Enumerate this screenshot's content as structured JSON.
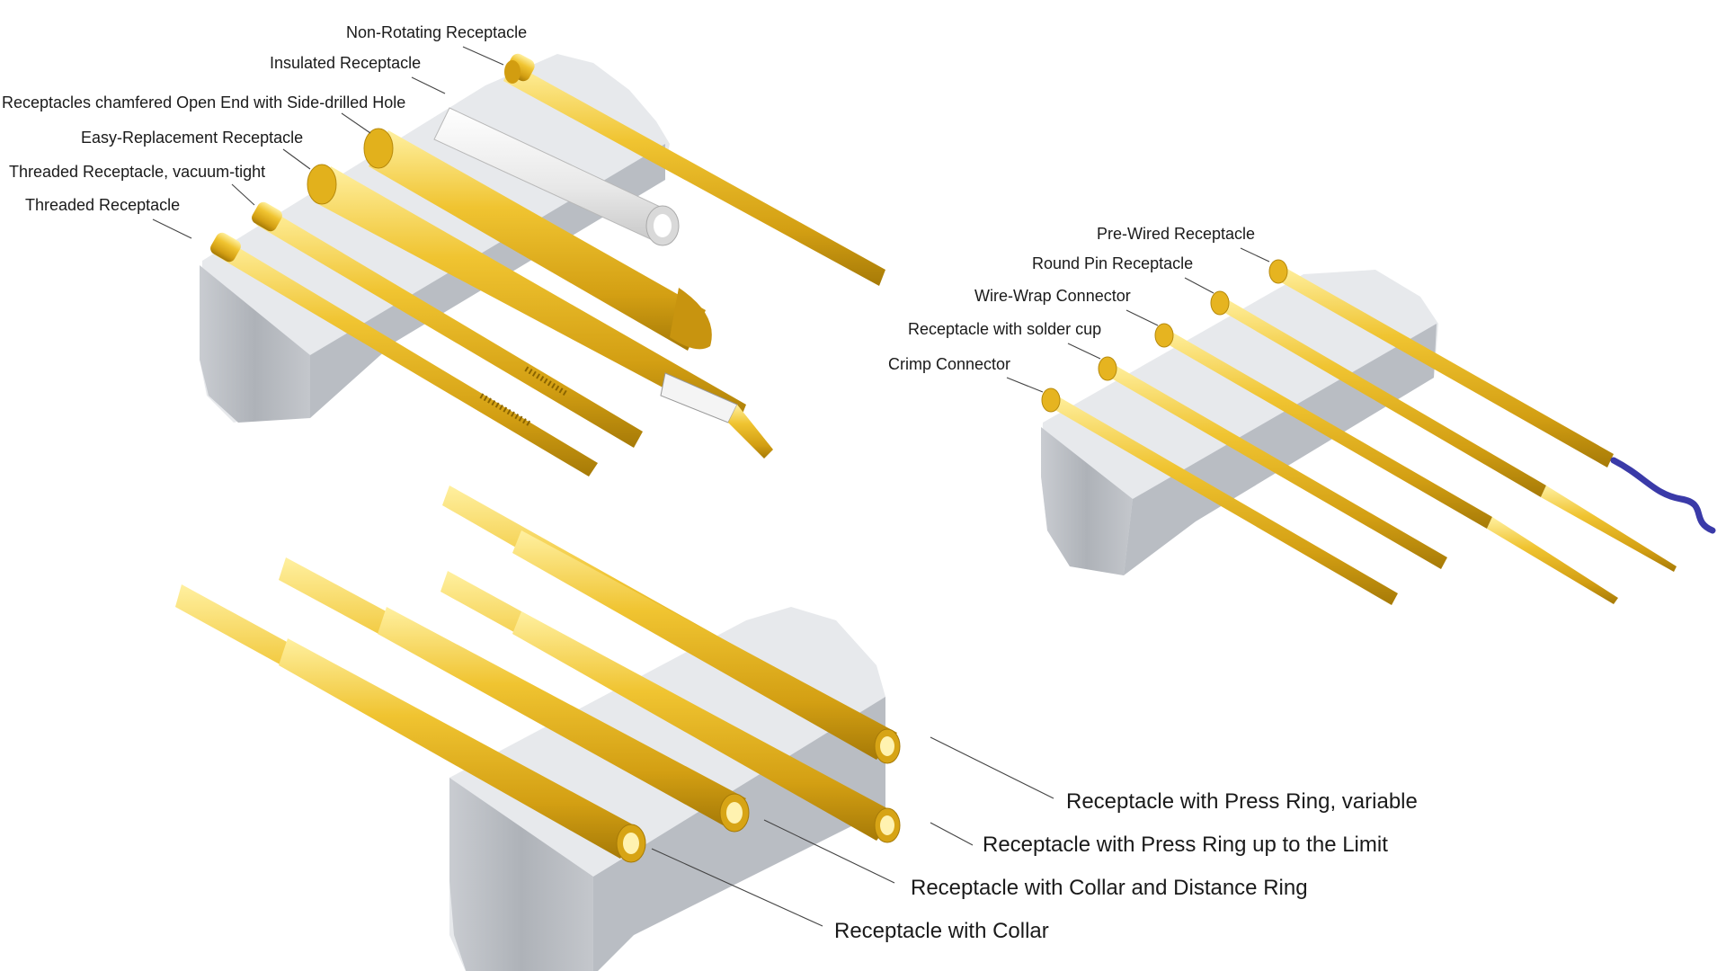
{
  "groups": {
    "top_left": {
      "labels": [
        "Non-Rotating Receptacle",
        "Insulated Receptacle",
        "Receptacles chamfered Open End with Side-drilled Hole",
        "Easy-Replacement Receptacle",
        "Threaded Receptacle, vacuum-tight",
        "Threaded Receptacle"
      ]
    },
    "right": {
      "labels": [
        "Pre-Wired Receptacle",
        "Round Pin Receptacle",
        "Wire-Wrap Connector",
        "Receptacle with solder cup",
        "Crimp Connector"
      ]
    },
    "bottom": {
      "labels": [
        "Receptacle with Press Ring, variable",
        "Receptacle with Press Ring up to the Limit",
        "Receptacle with Collar and Distance Ring",
        "Receptacle with Collar"
      ]
    }
  },
  "colors": {
    "gold": "#e8b923",
    "gold_dark": "#b78a0c",
    "gold_light": "#ffe27a",
    "block_top": "#e9ebee",
    "block_side": "#bcc0c6",
    "insulator": "#f2f2f2",
    "wire": "#3a3aa8"
  }
}
